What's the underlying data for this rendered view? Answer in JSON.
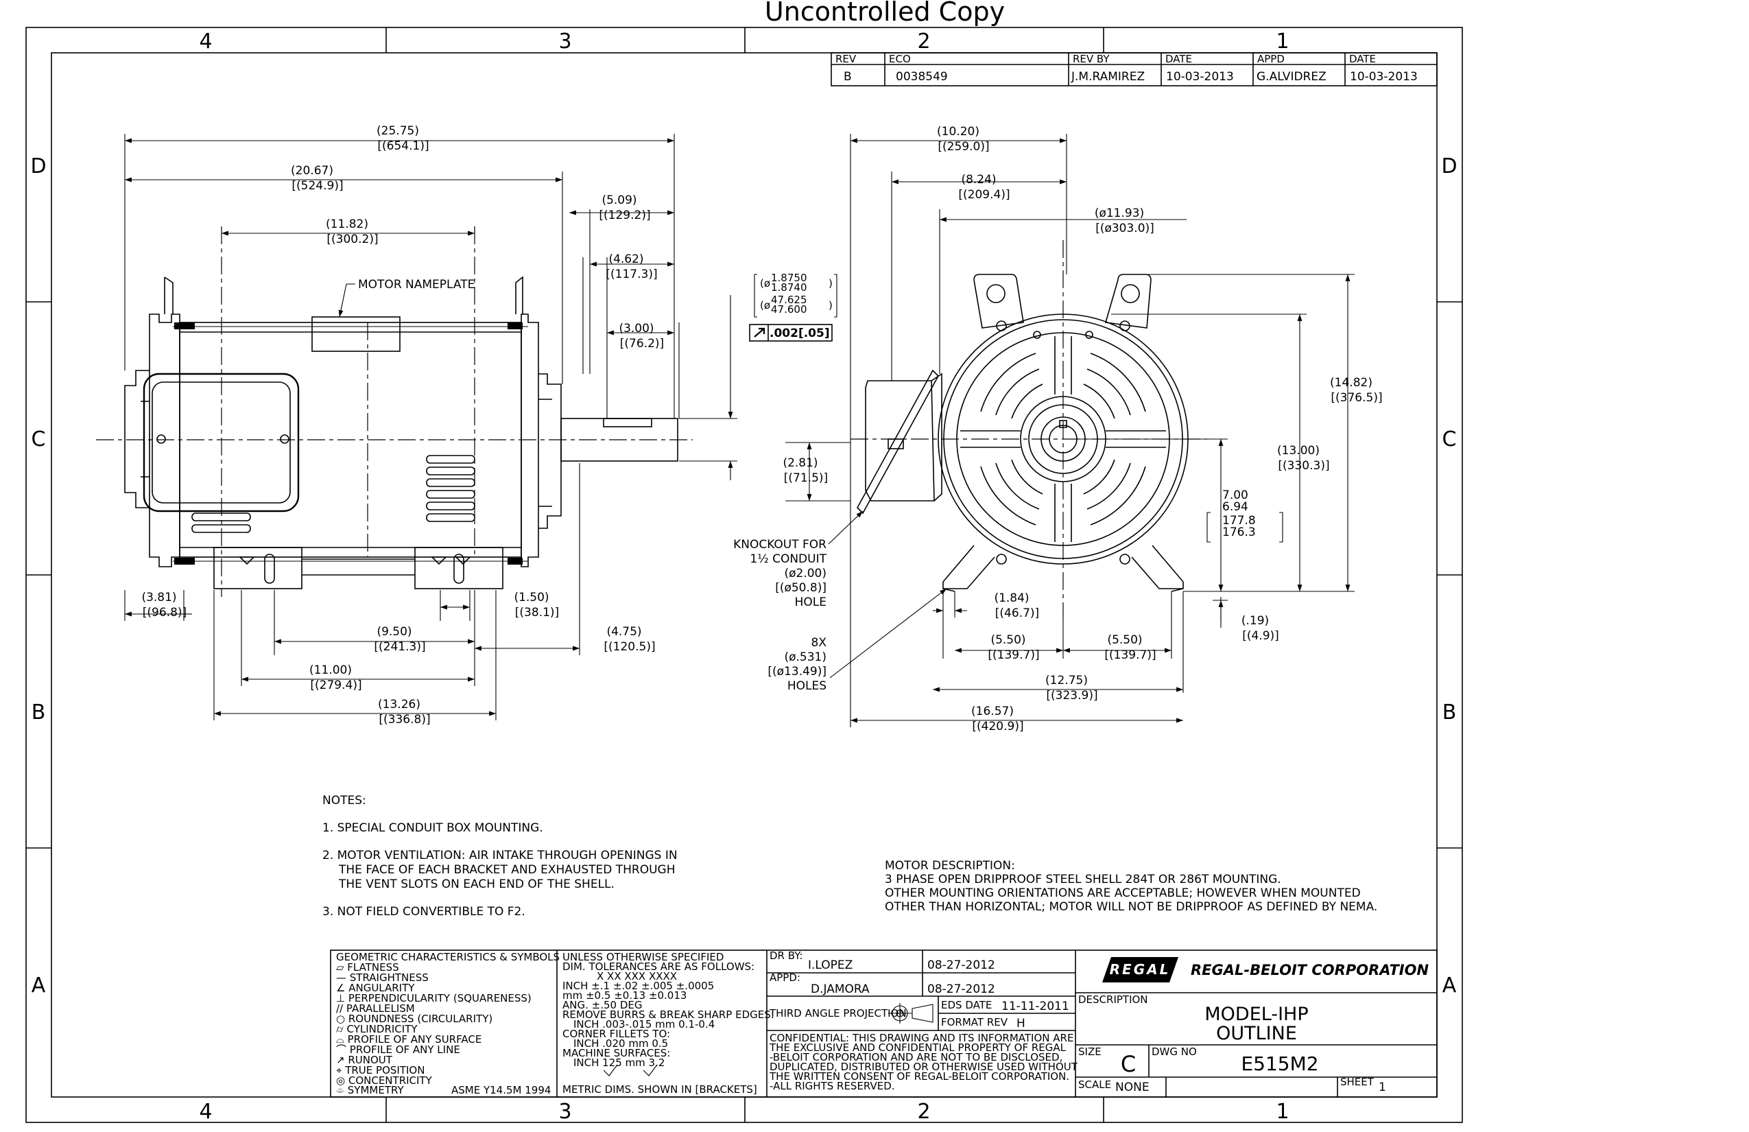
{
  "header": {
    "watermark": "Uncontrolled Copy"
  },
  "border": {
    "cols": [
      "4",
      "3",
      "2",
      "1"
    ],
    "rows": [
      "D",
      "C",
      "B",
      "A"
    ]
  },
  "revision": {
    "headers": [
      "REV",
      "ECO",
      "REV BY",
      "DATE",
      "APPD",
      "DATE"
    ],
    "values": [
      "B",
      "0038549",
      "J.M.RAMIREZ",
      "10-03-2013",
      "G.ALVIDREZ",
      "10-03-2013"
    ]
  },
  "side_view": {
    "nameplate": "MOTOR NAMEPLATE",
    "dims": {
      "d1a": "(25.75)",
      "d1b": "[(654.1)]",
      "d2a": "(20.67)",
      "d2b": "[(524.9)]",
      "d3a": "(11.82)",
      "d3b": "[(300.2)]",
      "d4a": "(5.09)",
      "d4b": "[(129.2)]",
      "d5a": "(4.62)",
      "d5b": "[(117.3)]",
      "d6a": "(3.00)",
      "d6b": "[(76.2)]",
      "shaft1": "1.8750",
      "shaft2": "1.8740",
      "shaft3": "47.625",
      "shaft4": "47.600",
      "runout": ".002[.05]",
      "d7a": "(3.81)",
      "d7b": "[(96.8)]",
      "d8a": "(1.50)",
      "d8b": "[(38.1)]",
      "d9a": "(9.50)",
      "d9b": "[(241.3)]",
      "d10a": "(4.75)",
      "d10b": "[(120.5)]",
      "d11a": "(11.00)",
      "d11b": "[(279.4)]",
      "d12a": "(13.26)",
      "d12b": "[(336.8)]"
    }
  },
  "end_view": {
    "dims": {
      "e1a": "(10.20)",
      "e1b": "[(259.0)]",
      "e2a": "(8.24)",
      "e2b": "[(209.4)]",
      "e3a": "(ø11.93)",
      "e3b": "[(ø303.0)]",
      "e4a": "(14.82)",
      "e4b": "[(376.5)]",
      "e5a": "(13.00)",
      "e5b": "[(330.3)]",
      "e6a": "7.00",
      "e6b": "6.94",
      "e6c": "177.8",
      "e6d": "176.3",
      "e7a": "(2.81)",
      "e7b": "[(71.5)]",
      "e8a": "(1.84)",
      "e8b": "[(46.7)]",
      "e9a": "(.19)",
      "e9b": "[(4.9)]",
      "e10a": "(5.50)",
      "e10b": "[(139.7)]",
      "e11a": "(5.50)",
      "e11b": "[(139.7)]",
      "e12a": "(12.75)",
      "e12b": "[(323.9)]",
      "e13a": "(16.57)",
      "e13b": "[(420.9)]"
    },
    "knockout": [
      "KNOCKOUT FOR",
      "1½ CONDUIT",
      "(ø2.00)",
      "[(ø50.8)]",
      "HOLE"
    ],
    "holes": [
      "8X",
      "(ø.531)",
      "[(ø13.49)]",
      "HOLES"
    ]
  },
  "notes": {
    "title": "NOTES:",
    "n1": "1.  SPECIAL  CONDUIT  BOX  MOUNTING.",
    "n2a": "2.  MOTOR  VENTILATION:  AIR  INTAKE  THROUGH  OPENINGS  IN",
    "n2b": "THE  FACE  OF  EACH  BRACKET  AND  EXHAUSTED  THROUGH",
    "n2c": "THE  VENT  SLOTS  ON  EACH  END  OF  THE  SHELL.",
    "n3": "3.  NOT  FIELD  CONVERTIBLE  TO  F2."
  },
  "description": {
    "d1": "MOTOR  DESCRIPTION:",
    "d2": "3  PHASE  OPEN  DRIPPROOF  STEEL  SHELL  284T  OR  286T  MOUNTING.",
    "d3": "OTHER  MOUNTING  ORIENTATIONS  ARE  ACCEPTABLE;  HOWEVER  WHEN  MOUNTED",
    "d4": "OTHER  THAN  HORIZONTAL;  MOTOR  WILL  NOT  BE  DRIPPROOF  AS  DEFINED  BY  NEMA."
  },
  "title_block": {
    "gdt_title": "GEOMETRIC  CHARACTERISTICS  &  SYMBOLS",
    "gdt": [
      "▱ FLATNESS",
      "— STRAIGHTNESS",
      "∠ ANGULARITY",
      "⊥ PERPENDICULARITY  (SQUARENESS)",
      "// PARALLELISM",
      "○ ROUNDNESS  (CIRCULARITY)",
      "⌭ CYLINDRICITY",
      "⌓ PROFILE  OF  ANY  SURFACE",
      "⌒ PROFILE  OF  ANY  LINE",
      "↗ RUNOUT",
      "⌖ TRUE  POSITION",
      "◎ CONCENTRICITY",
      "⌯ SYMMETRY"
    ],
    "asme": "ASME  Y14.5M  1994",
    "tol": [
      "UNLESS  OTHERWISE  SPECIFIED",
      "DIM.  TOLERANCES  ARE  AS  FOLLOWS:",
      "X       XX      XXX      XXXX",
      "INCH    ±.1   ±.02  ±.005  ±.0005",
      "mm    ±0.5  ±0.13  ±0.013",
      "ANG.  ±.50  DEG",
      "REMOVE  BURRS  &  BREAK  SHARP  EDGES:",
      "INCH  .003-.015    mm  0.1-0.4",
      "CORNER  FILLETS  TO:",
      "INCH  .020    mm  0.5",
      "MACHINE  SURFACES:",
      "INCH  125     mm  3.2"
    ],
    "metric": "METRIC  DIMS.  SHOWN  IN  [BRACKETS]",
    "dr_by_label": "DR  BY:",
    "dr_by": "I.LOPEZ",
    "dr_date": "08-27-2012",
    "appd_label": "APPD:",
    "appd": "D.JAMORA",
    "appd_date": "08-27-2012",
    "projection": "THIRD  ANGLE  PROJECTION",
    "eds_label": "EDS  DATE",
    "eds_date": "11-11-2011",
    "format_label": "FORMAT  REV",
    "format_rev": "H",
    "conf": [
      "CONFIDENTIAL:  THIS  DRAWING  AND  ITS  INFORMATION  ARE",
      "THE  EXCLUSIVE  AND  CONFIDENTIAL  PROPERTY  OF  REGAL",
      "-BELOIT  CORPORATION  AND  ARE  NOT  TO  BE  DISCLOSED,",
      "DUPLICATED,  DISTRIBUTED  OR  OTHERWISE  USED  WITHOUT",
      "THE  WRITTEN  CONSENT  OF  REGAL-BELOIT  CORPORATION.",
      "-ALL  RIGHTS  RESERVED."
    ],
    "logo": "REGAL",
    "company": "REGAL-BELOIT CORPORATION",
    "desc_label": "DESCRIPTION",
    "desc1": "MODEL-IHP",
    "desc2": "OUTLINE",
    "size_label": "SIZE",
    "size": "C",
    "dwg_label": "DWG NO",
    "dwg_no": "E515M2",
    "scale_label": "SCALE",
    "scale": "NONE",
    "sheet_label": "SHEET",
    "sheet": "1"
  }
}
